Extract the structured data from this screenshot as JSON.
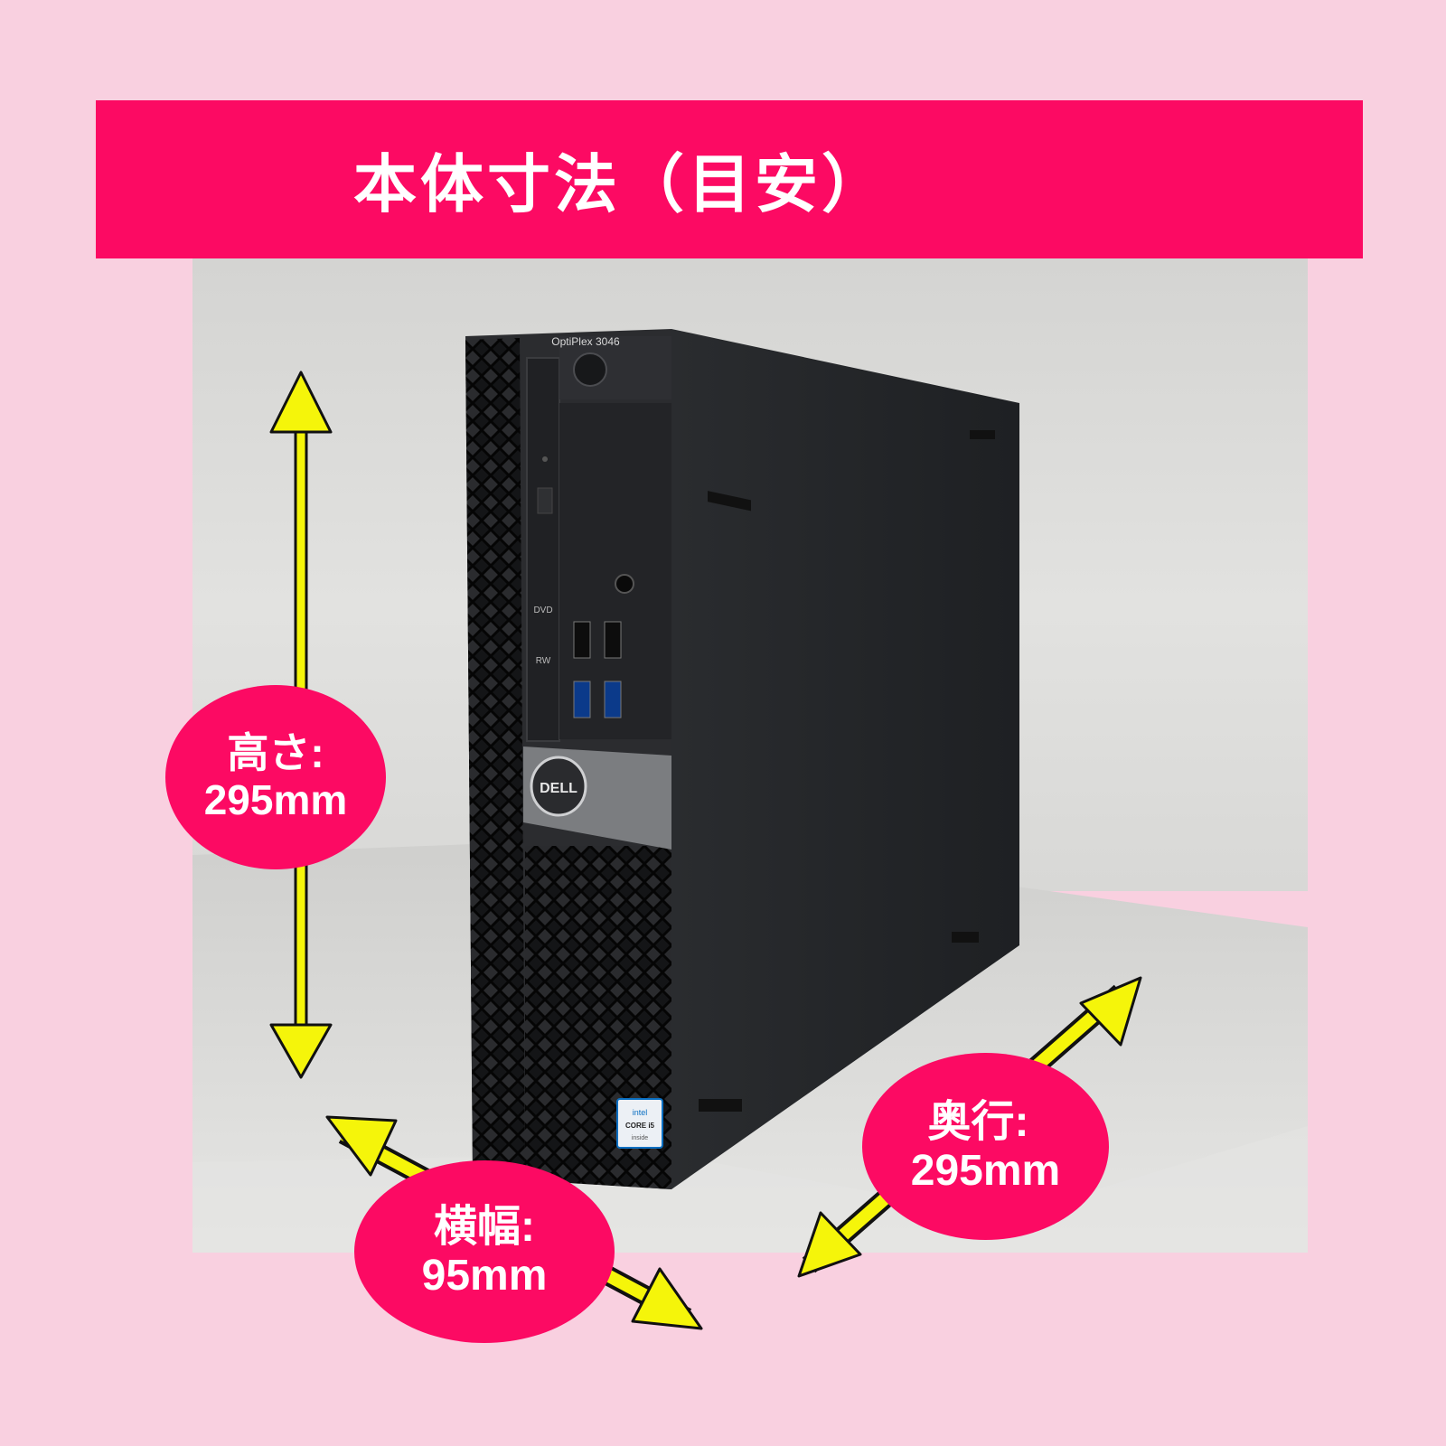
{
  "banner": {
    "title": "本体寸法（目安）"
  },
  "product": {
    "model_label": "OptiPlex 3046",
    "brand_label": "DELL",
    "drive_label": "DVD",
    "drive_rw": "RW",
    "cpu_badge_top": "intel",
    "cpu_badge_main": "CORE i5",
    "cpu_badge_sub": "inside"
  },
  "dimensions": {
    "height": {
      "label": "高さ:",
      "value": "295mm"
    },
    "width": {
      "label": "横幅:",
      "value": "95mm"
    },
    "depth": {
      "label": "奥行:",
      "value": "295mm"
    }
  },
  "colors": {
    "background": "#f9d0e0",
    "accent": "#fc0a63",
    "arrow": "#f5f50a"
  }
}
